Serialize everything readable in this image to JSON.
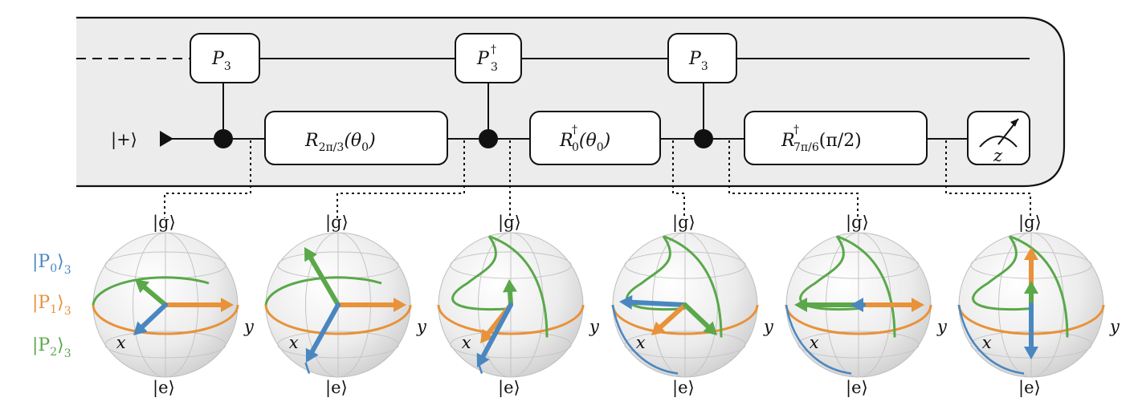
{
  "circuit": {
    "input_state": "|+⟩",
    "top_gates": [
      {
        "id": "p3-1",
        "base": "P",
        "sup": "",
        "sub": "3"
      },
      {
        "id": "p3dag",
        "base": "P",
        "sup": "†",
        "sub": "3"
      },
      {
        "id": "p3-2",
        "base": "P",
        "sup": "",
        "sub": "3"
      }
    ],
    "bottom_gates": [
      {
        "id": "r1",
        "base": "R",
        "sup": "",
        "sub": "2π/3",
        "arg": "(θ",
        "arg_sub": "0",
        "arg_close": ")"
      },
      {
        "id": "r2",
        "base": "R",
        "sup": "†",
        "sub": "0",
        "arg": "(θ",
        "arg_sub": "0",
        "arg_close": ")"
      },
      {
        "id": "r3",
        "base": "R",
        "sup": "†",
        "sub": "7π/6",
        "arg": "(π/2)",
        "arg_sub": "",
        "arg_close": ""
      }
    ],
    "measurement_label": "z"
  },
  "legend": {
    "items": [
      {
        "label": "|P",
        "sub": "0",
        "close": "⟩",
        "outer_sub": "3",
        "color": "#4a87c0"
      },
      {
        "label": "|P",
        "sub": "1",
        "close": "⟩",
        "outer_sub": "3",
        "color": "#e8923a"
      },
      {
        "label": "|P",
        "sub": "2",
        "close": "⟩",
        "outer_sub": "3",
        "color": "#5aa84a"
      }
    ]
  },
  "bloch": {
    "top_label": "|g⟩",
    "bottom_label": "|e⟩",
    "x_label": "x",
    "y_label": "y",
    "colors": {
      "blue": "#4a87c0",
      "orange": "#e8923a",
      "green": "#5aa84a"
    }
  }
}
